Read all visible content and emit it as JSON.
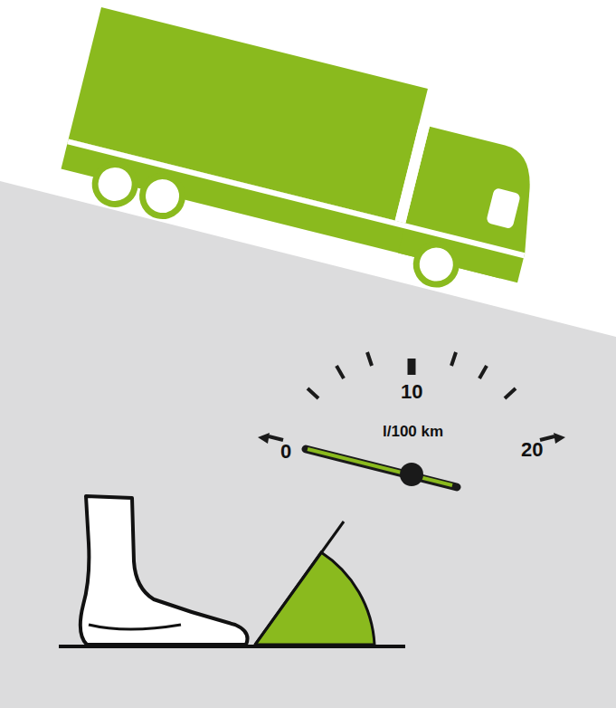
{
  "diagram": {
    "labels": [
      "10",
      "0",
      "l/100 km",
      "20"
    ]
  }
}
